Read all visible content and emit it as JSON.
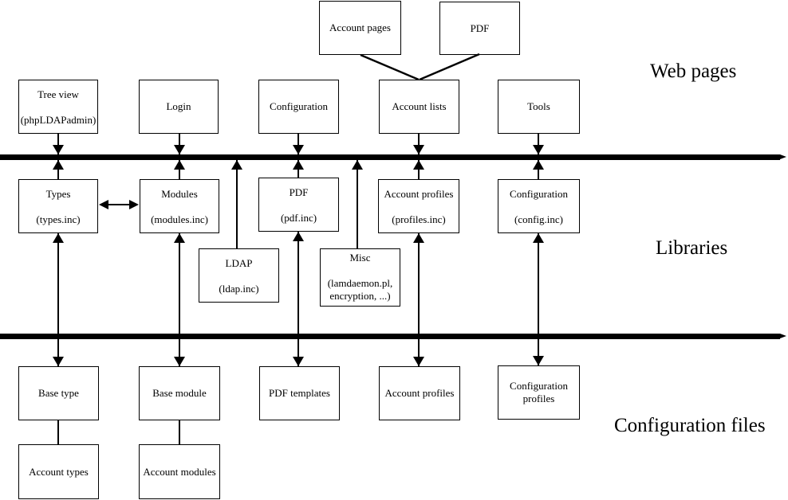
{
  "section_labels": {
    "web_pages": "Web pages",
    "libraries": "Libraries",
    "configuration_files": "Configuration files"
  },
  "boxes": {
    "account_pages": {
      "line1": "Account pages"
    },
    "pdf_page": {
      "line1": "PDF"
    },
    "tree_view": {
      "line1": "Tree view",
      "line2": "(phpLDAPadmin)"
    },
    "login": {
      "line1": "Login"
    },
    "configuration_page": {
      "line1": "Configuration"
    },
    "account_lists": {
      "line1": "Account lists"
    },
    "tools": {
      "line1": "Tools"
    },
    "types": {
      "line1": "Types",
      "line2": "(types.inc)"
    },
    "modules": {
      "line1": "Modules",
      "line2": "(modules.inc)"
    },
    "pdf_lib": {
      "line1": "PDF",
      "line2": "(pdf.inc)"
    },
    "account_profiles_lib": {
      "line1": "Account profiles",
      "line2": "(profiles.inc)"
    },
    "configuration_lib": {
      "line1": "Configuration",
      "line2": "(config.inc)"
    },
    "ldap": {
      "line1": "LDAP",
      "line2": "(ldap.inc)"
    },
    "misc": {
      "line1": "Misc",
      "line2": "(lamdaemon.pl,",
      "line3": "encryption, ...)"
    },
    "base_type": {
      "line1": "Base type"
    },
    "base_module": {
      "line1": "Base module"
    },
    "pdf_templates": {
      "line1": "PDF templates"
    },
    "account_profiles_file": {
      "line1": "Account profiles"
    },
    "configuration_profiles": {
      "line1": "Configuration",
      "line2": "profiles"
    },
    "account_types": {
      "line1": "Account types"
    },
    "account_modules": {
      "line1": "Account modules"
    }
  }
}
